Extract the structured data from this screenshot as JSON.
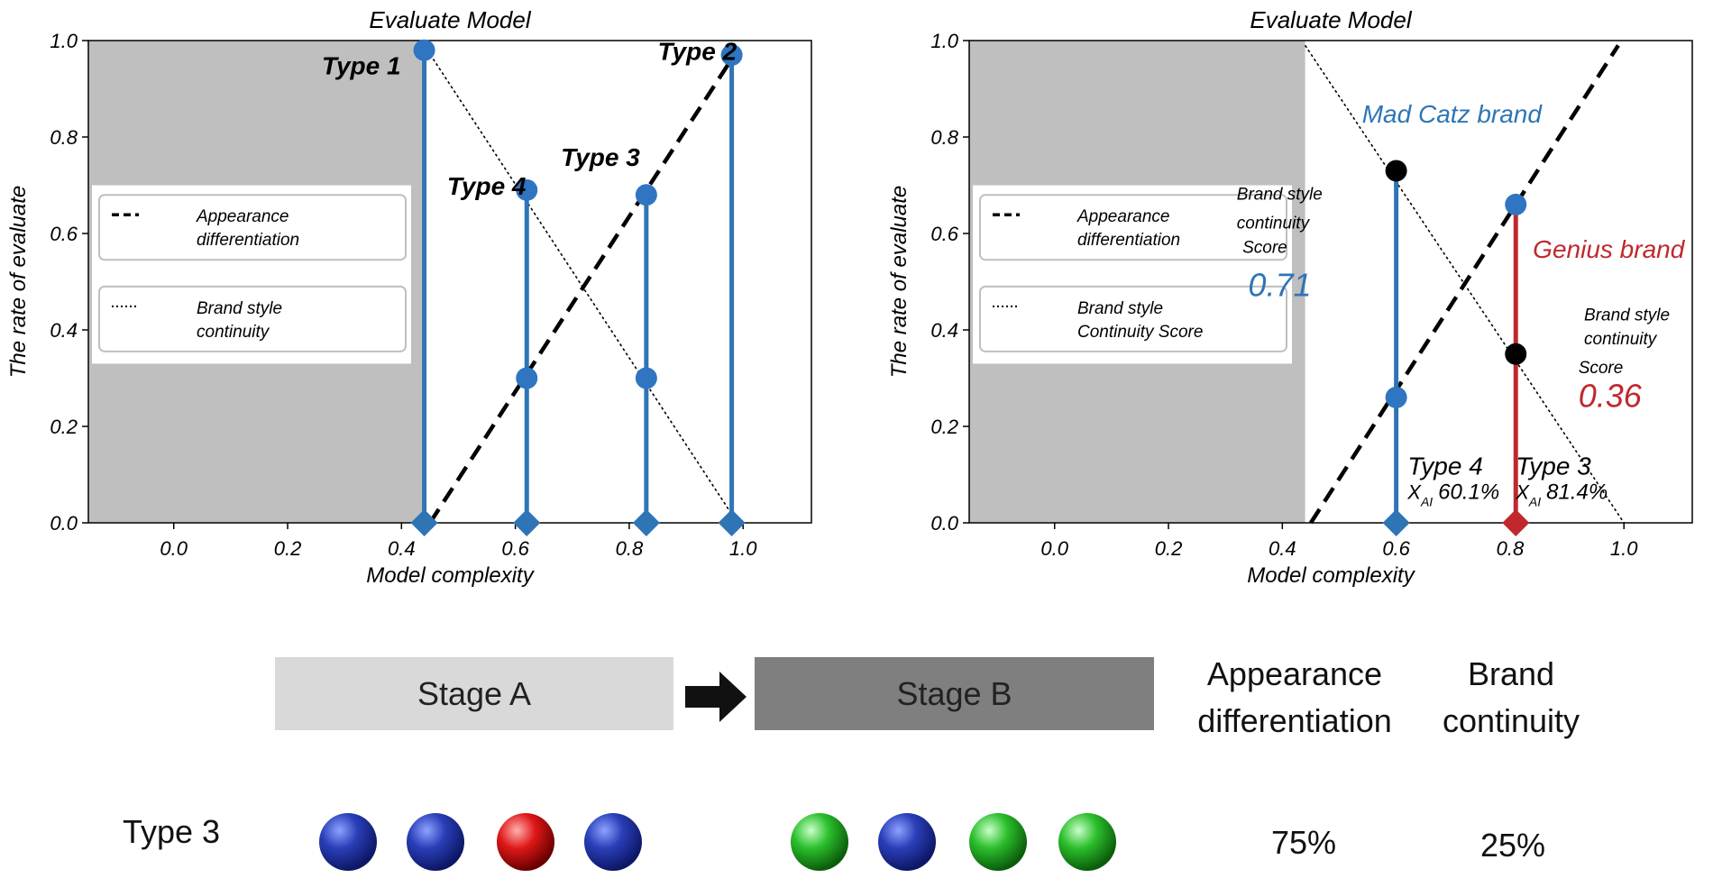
{
  "chart_data": [
    {
      "type": "scatter",
      "title": "Evaluate Model",
      "xlabel": "Model complexity",
      "ylabel": "The rate of evaluate",
      "xlim": [
        -0.15,
        1.12
      ],
      "ylim": [
        0,
        1.0
      ],
      "xticks": [
        "0.0",
        "0.2",
        "0.4",
        "0.6",
        "0.8",
        "1.0"
      ],
      "yticks": [
        "0.0",
        "0.2",
        "0.4",
        "0.6",
        "0.8",
        "1.0"
      ],
      "grid": false,
      "shaded_region": [
        -0.15,
        0.44
      ],
      "legend": {
        "placement": "middle-left",
        "entries": [
          {
            "line": "Appearance differentiation",
            "style": "dashed"
          },
          {
            "line": "Brand style continuity",
            "style": "dotted"
          }
        ]
      },
      "lines": [
        {
          "name": "Appearance differentiation",
          "style": "dashed",
          "points": [
            [
              0.45,
              0
            ],
            [
              0.99,
              0.98
            ]
          ]
        },
        {
          "name": "Brand style continuity",
          "style": "dotted",
          "points": [
            [
              0.44,
              0.99
            ],
            [
              0.99,
              0
            ]
          ]
        }
      ],
      "stems": [
        {
          "x": 0.44,
          "top": 0.98,
          "mid": null
        },
        {
          "x": 0.62,
          "top": 0.69,
          "mid": 0.3
        },
        {
          "x": 0.83,
          "top": 0.68,
          "mid": 0.3
        },
        {
          "x": 0.98,
          "top": 0.97,
          "mid": null
        }
      ],
      "annotations": [
        {
          "text": "Type 1",
          "x": 0.26,
          "y": 0.93
        },
        {
          "text": "Type 2",
          "x": 0.85,
          "y": 0.96
        },
        {
          "text": "Type 3",
          "x": 0.68,
          "y": 0.74
        },
        {
          "text": "Type 4",
          "x": 0.48,
          "y": 0.68
        }
      ]
    },
    {
      "type": "scatter",
      "title": "Evaluate Model",
      "xlabel": "Model complexity",
      "ylabel": "The rate of evaluate",
      "xlim": [
        -0.15,
        1.12
      ],
      "ylim": [
        0,
        1.0
      ],
      "xticks": [
        "0.0",
        "0.2",
        "0.4",
        "0.6",
        "0.8",
        "1.0"
      ],
      "yticks": [
        "0.0",
        "0.2",
        "0.4",
        "0.6",
        "0.8",
        "1.0"
      ],
      "grid": false,
      "shaded_region": [
        -0.15,
        0.44
      ],
      "legend": {
        "placement": "middle-left",
        "entries": [
          {
            "line": "Appearance differentiation",
            "style": "dashed"
          },
          {
            "line": "Brand style Continuity Score",
            "style": "dotted"
          }
        ]
      },
      "lines": [
        {
          "name": "Appearance differentiation",
          "style": "dashed",
          "points": [
            [
              0.45,
              0
            ],
            [
              0.99,
              0.99
            ]
          ]
        },
        {
          "name": "Brand style Continuity Score",
          "style": "dotted",
          "points": [
            [
              0.44,
              0.99
            ],
            [
              1.0,
              0
            ]
          ]
        }
      ],
      "stems": [
        {
          "x": 0.6,
          "top": 0.73,
          "mid": 0.26,
          "color": "#2e75b6",
          "top_color": "#000000"
        },
        {
          "x": 0.81,
          "top": 0.66,
          "mid": 0.35,
          "color": "#c0282d",
          "mid_color": "#000000"
        }
      ],
      "annotations": [
        {
          "text": "Mad Catz brand",
          "x": 0.54,
          "y": 0.83,
          "color": "#2e75b6"
        },
        {
          "text": "Genius brand",
          "x": 0.84,
          "y": 0.55,
          "color": "#c0282d"
        },
        {
          "text": "Brand style",
          "x": 0.32,
          "y": 0.67
        },
        {
          "text": "continuity",
          "x": 0.32,
          "y": 0.61
        },
        {
          "text": "Score",
          "x": 0.33,
          "y": 0.56
        },
        {
          "text": "0.71",
          "x": 0.34,
          "y": 0.47,
          "color": "#2e75b6"
        },
        {
          "text": "Brand style",
          "x": 0.93,
          "y": 0.42
        },
        {
          "text": "continuity",
          "x": 0.93,
          "y": 0.37
        },
        {
          "text": "Score",
          "x": 0.92,
          "y": 0.31
        },
        {
          "text": "0.36",
          "x": 0.92,
          "y": 0.24,
          "color": "#c0282d"
        },
        {
          "text": "Type 4",
          "x": 0.62,
          "y": 0.1
        },
        {
          "text": "X",
          "x": 0.62,
          "y": 0.05,
          "sub": "AI",
          "value": "60.1%"
        },
        {
          "text": "Type 3",
          "x": 0.81,
          "y": 0.1
        },
        {
          "text": "X",
          "x": 0.81,
          "y": 0.05,
          "sub": "AI",
          "value": "81.4%"
        }
      ]
    }
  ],
  "table": {
    "stage_a": "Stage A",
    "stage_b": "Stage B",
    "col_appearance_1": "Appearance",
    "col_appearance_2": "differentiation",
    "col_brand_1": "Brand",
    "col_brand_2": "continuity",
    "row_label": "Type 3",
    "stage_a_balls": [
      "blue",
      "blue",
      "red",
      "blue"
    ],
    "stage_b_balls": [
      "green",
      "blue",
      "green",
      "green"
    ],
    "appearance_value": "75%",
    "brand_value": "25%"
  },
  "colors": {
    "stem_blue": "#2e75b6",
    "marker_blue": "#2f75c1",
    "red": "#c0282d",
    "shade": "#bfbfbf",
    "stage_a_fill": "#d9d9d9",
    "stage_b_fill": "#7f7f7f"
  }
}
